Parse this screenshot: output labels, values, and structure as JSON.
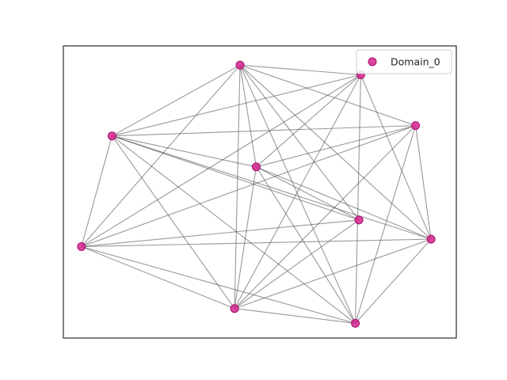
{
  "chart_data": {
    "type": "network",
    "node_color": "#d62f94",
    "node_edge_color": "#a8106f",
    "edge_color": "#555555",
    "legend": {
      "entries": [
        {
          "label": "Domain_0",
          "color": "#d62f94"
        }
      ],
      "placement": "top-right"
    },
    "nodes": [
      {
        "id": "n0",
        "x": 4.9,
        "y": 9.25
      },
      {
        "id": "n1",
        "x": 8.25,
        "y": 8.92
      },
      {
        "id": "n2",
        "x": 1.35,
        "y": 6.85
      },
      {
        "id": "n3",
        "x": 9.77,
        "y": 7.2
      },
      {
        "id": "n4",
        "x": 5.35,
        "y": 5.8
      },
      {
        "id": "n5",
        "x": 8.2,
        "y": 4.0
      },
      {
        "id": "n6",
        "x": 0.5,
        "y": 3.1
      },
      {
        "id": "n7",
        "x": 10.2,
        "y": 3.35
      },
      {
        "id": "n8",
        "x": 4.75,
        "y": 1.0
      },
      {
        "id": "n9",
        "x": 8.1,
        "y": 0.5
      }
    ],
    "edges": [
      [
        "n0",
        "n1"
      ],
      [
        "n0",
        "n2"
      ],
      [
        "n0",
        "n3"
      ],
      [
        "n0",
        "n4"
      ],
      [
        "n0",
        "n5"
      ],
      [
        "n0",
        "n6"
      ],
      [
        "n0",
        "n7"
      ],
      [
        "n0",
        "n8"
      ],
      [
        "n0",
        "n9"
      ],
      [
        "n1",
        "n2"
      ],
      [
        "n1",
        "n4"
      ],
      [
        "n1",
        "n6"
      ],
      [
        "n1",
        "n7"
      ],
      [
        "n1",
        "n8"
      ],
      [
        "n1",
        "n9"
      ],
      [
        "n2",
        "n3"
      ],
      [
        "n2",
        "n4"
      ],
      [
        "n2",
        "n5"
      ],
      [
        "n2",
        "n6"
      ],
      [
        "n2",
        "n7"
      ],
      [
        "n2",
        "n8"
      ],
      [
        "n2",
        "n9"
      ],
      [
        "n3",
        "n4"
      ],
      [
        "n3",
        "n6"
      ],
      [
        "n3",
        "n7"
      ],
      [
        "n3",
        "n8"
      ],
      [
        "n3",
        "n9"
      ],
      [
        "n4",
        "n5"
      ],
      [
        "n4",
        "n7"
      ],
      [
        "n4",
        "n8"
      ],
      [
        "n4",
        "n9"
      ],
      [
        "n5",
        "n6"
      ],
      [
        "n5",
        "n8"
      ],
      [
        "n6",
        "n7"
      ],
      [
        "n6",
        "n8"
      ],
      [
        "n6",
        "n9"
      ],
      [
        "n7",
        "n8"
      ],
      [
        "n7",
        "n9"
      ],
      [
        "n8",
        "n9"
      ]
    ]
  }
}
